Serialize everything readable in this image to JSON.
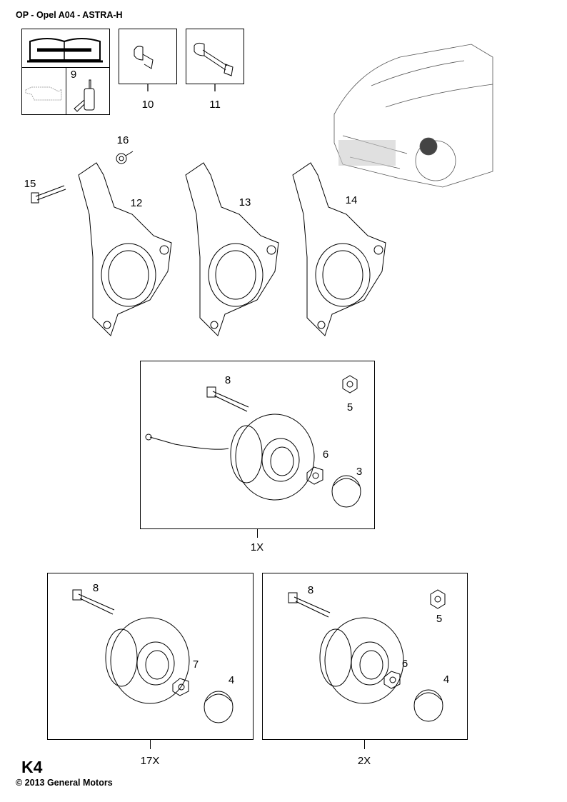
{
  "header": {
    "title": "OP - Opel A04 - ASTRA-H"
  },
  "icons": {
    "manual": "repair-manual-icon",
    "oil": "oil-can-icon",
    "adhesive": "adhesive-bottle-icon"
  },
  "callouts": {
    "adhesive": "9",
    "clip_small": "10",
    "clip_long": "11",
    "knuckle_a": "12",
    "knuckle_b": "13",
    "knuckle_c": "14",
    "bolt": "15",
    "nut": "16"
  },
  "groups": [
    {
      "qty": "1X",
      "labels": {
        "bolt": "8",
        "nut": "5",
        "hub_nut": "6",
        "cap": "3"
      }
    },
    {
      "qty": "17X",
      "labels": {
        "bolt": "8",
        "hub_nut": "7",
        "cap": "4"
      }
    },
    {
      "qty": "2X",
      "labels": {
        "bolt": "8",
        "nut": "5",
        "hub_nut": "6",
        "cap": "4"
      }
    }
  ],
  "footer": {
    "page_code": "K4",
    "copyright": "© 2013 General Motors"
  }
}
